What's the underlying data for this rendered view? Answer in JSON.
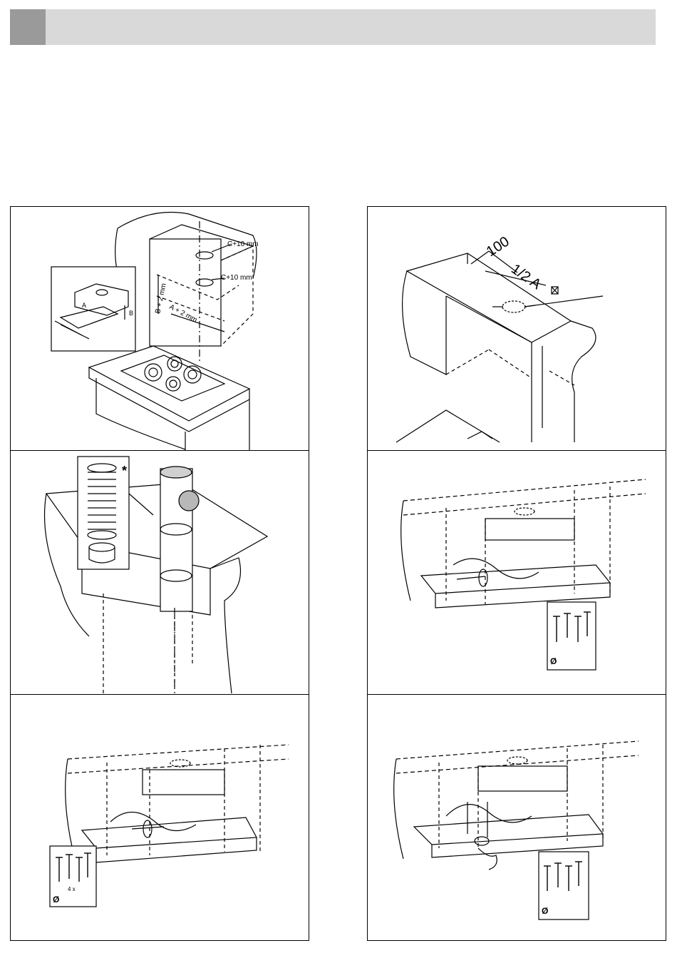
{
  "labels": {
    "c_plus_10_top": "C+10 mm",
    "c_plus_10_mid": "C+10 mm",
    "b_plus_2": "B + 2 mm",
    "a_plus_2": "A + 2 mm",
    "dim_a": "A",
    "dim_b": "B",
    "dim_100": "100",
    "half_a": "1/2 A",
    "screws_4x": "4 x",
    "diameter": "Ø",
    "asterisk": "*"
  }
}
